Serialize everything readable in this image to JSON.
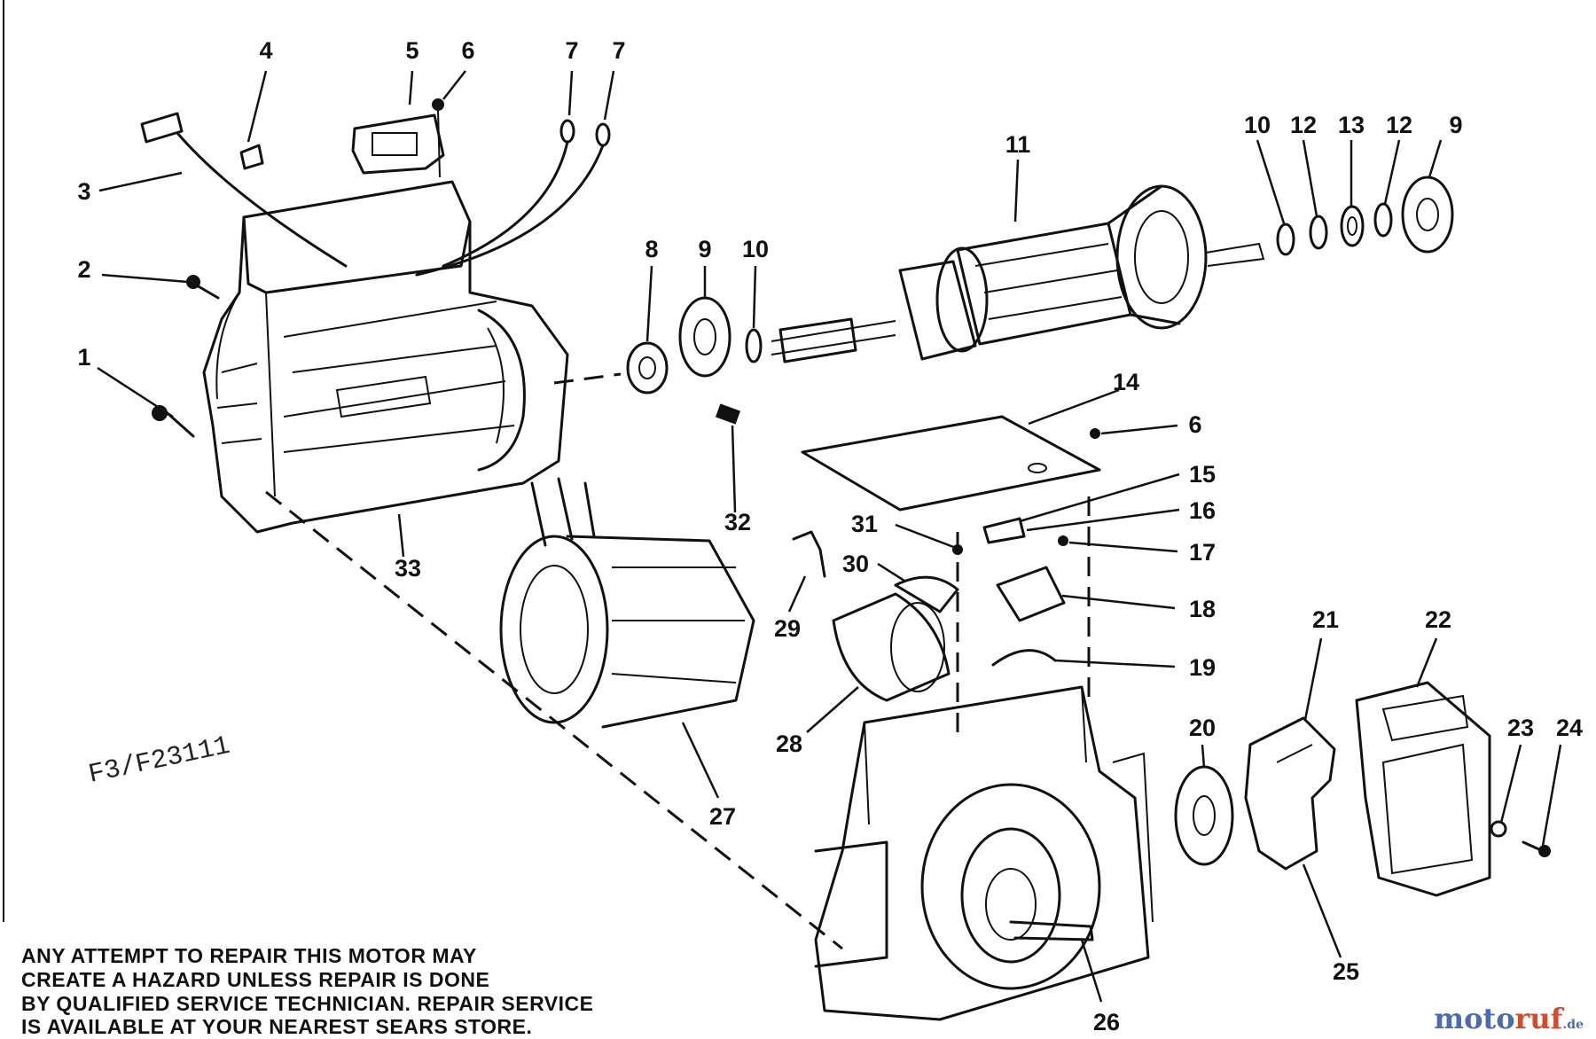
{
  "figure_code": "F3/F23111",
  "warning_lines": [
    "ANY ATTEMPT TO REPAIR THIS MOTOR MAY",
    "CREATE A HAZARD UNLESS REPAIR IS DONE",
    "BY QUALIFIED SERVICE TECHNICIAN. REPAIR SERVICE",
    "IS AVAILABLE AT YOUR NEAREST SEARS STORE."
  ],
  "watermark": {
    "part1": "moto",
    "part2": "ruf",
    "tld": ".de"
  },
  "callouts": {
    "c1": "1",
    "c2": "2",
    "c3": "3",
    "c4": "4",
    "c5": "5",
    "c6a": "6",
    "c7a": "7",
    "c7b": "7",
    "c8": "8",
    "c9a": "9",
    "c10a": "10",
    "c11": "11",
    "c10b": "10",
    "c12a": "12",
    "c13": "13",
    "c12b": "12",
    "c9b": "9",
    "c14": "14",
    "c6b": "6",
    "c15": "15",
    "c16a": "16",
    "c17": "17",
    "c18": "18",
    "c19": "19",
    "c20": "20",
    "c21": "21",
    "c22": "22",
    "c23": "23",
    "c24": "24",
    "c25": "25",
    "c26": "26",
    "c27": "27",
    "c28": "28",
    "c29": "29",
    "c30": "30",
    "c31": "31",
    "c32": "32",
    "c33": "33"
  }
}
